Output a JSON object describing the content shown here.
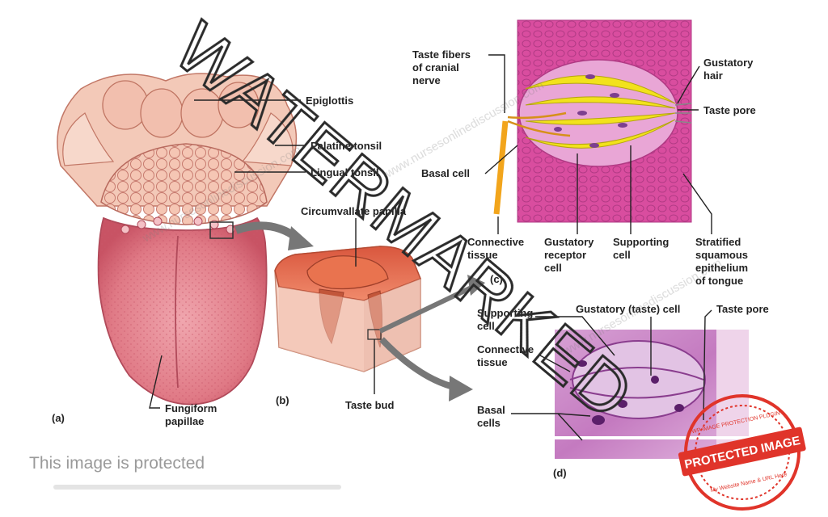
{
  "panels": {
    "a": {
      "tag": "(a)",
      "labels": {
        "epiglottis": "Epiglottis",
        "palatine_tonsil": "Palatine tonsil",
        "lingual_tonsil": "Lingual tonsil",
        "fungiform": [
          "Fungiform",
          "papillae"
        ]
      }
    },
    "b": {
      "tag": "(b)",
      "labels": {
        "circumvallate": "Circumvallate papilla",
        "taste_bud": "Taste bud"
      }
    },
    "c": {
      "tag": "(c)",
      "labels": {
        "taste_fibers": [
          "Taste fibers",
          "of cranial",
          "nerve"
        ],
        "basal_cell": "Basal cell",
        "connective_tissue": [
          "Connective",
          "tissue"
        ],
        "gustatory_receptor": [
          "Gustatory",
          "receptor",
          "cell"
        ],
        "supporting_cell": [
          "Supporting",
          "cell"
        ],
        "stratified": [
          "Stratified",
          "squamous",
          "epithelium",
          "of tongue"
        ],
        "gustatory_hair": [
          "Gustatory",
          "hair"
        ],
        "taste_pore": "Taste pore"
      }
    },
    "d": {
      "tag": "(d)",
      "labels": {
        "supporting_cell": [
          "Supporting",
          "cell"
        ],
        "gustatory_cell": "Gustatory (taste) cell",
        "taste_pore": "Taste pore",
        "connective_tissue": [
          "Connective",
          "tissue"
        ],
        "basal_cells": [
          "Basal",
          "cells"
        ]
      }
    }
  },
  "watermark": {
    "text": "WATERMARKED",
    "site": "www.nursesonlinediscussion.com"
  },
  "protected_text": "This image is protected",
  "stamp": {
    "title": "PROTECTED IMAGE",
    "top": "WP IMAGE PROTECTION PLUGIN",
    "bottom": "My Website Name & URL Here"
  },
  "colors": {
    "tongue": "#e07a86",
    "epithelium": "#d94d9f",
    "supporting": "#f2e21c",
    "histology": "#c77fc2",
    "stamp": "#e0342a"
  }
}
